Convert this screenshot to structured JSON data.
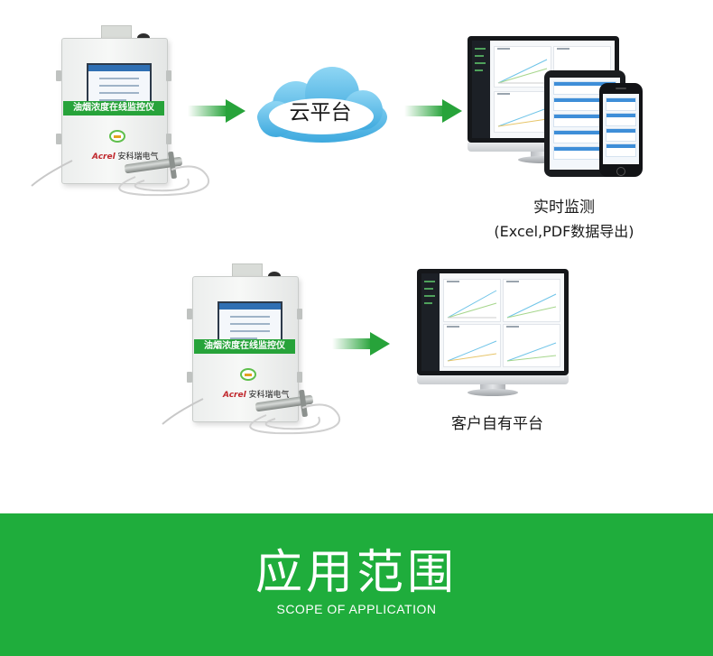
{
  "device": {
    "band_text": "油烟浓度在线监控仪",
    "brand_mark": "Acrel",
    "brand_name": "安科瑞电气"
  },
  "cloud": {
    "label": "云平台"
  },
  "top_caption": {
    "line1": "实时监测",
    "line2": "(Excel,PDF数据导出)"
  },
  "bottom_caption": {
    "line1": "客户自有平台"
  },
  "banner": {
    "title": "应用范围",
    "subtitle": "SCOPE OF APPLICATION"
  },
  "colors": {
    "accent_green": "#1fad3c",
    "arrow_green": "#27a33a",
    "cloud_blue": "#4fb6e6",
    "text_dark": "#1b1b1b"
  },
  "icons": [
    "device-image",
    "arrow-right-icon",
    "cloud-icon",
    "desktop-monitor-icon",
    "tablet-icon",
    "phone-icon"
  ]
}
